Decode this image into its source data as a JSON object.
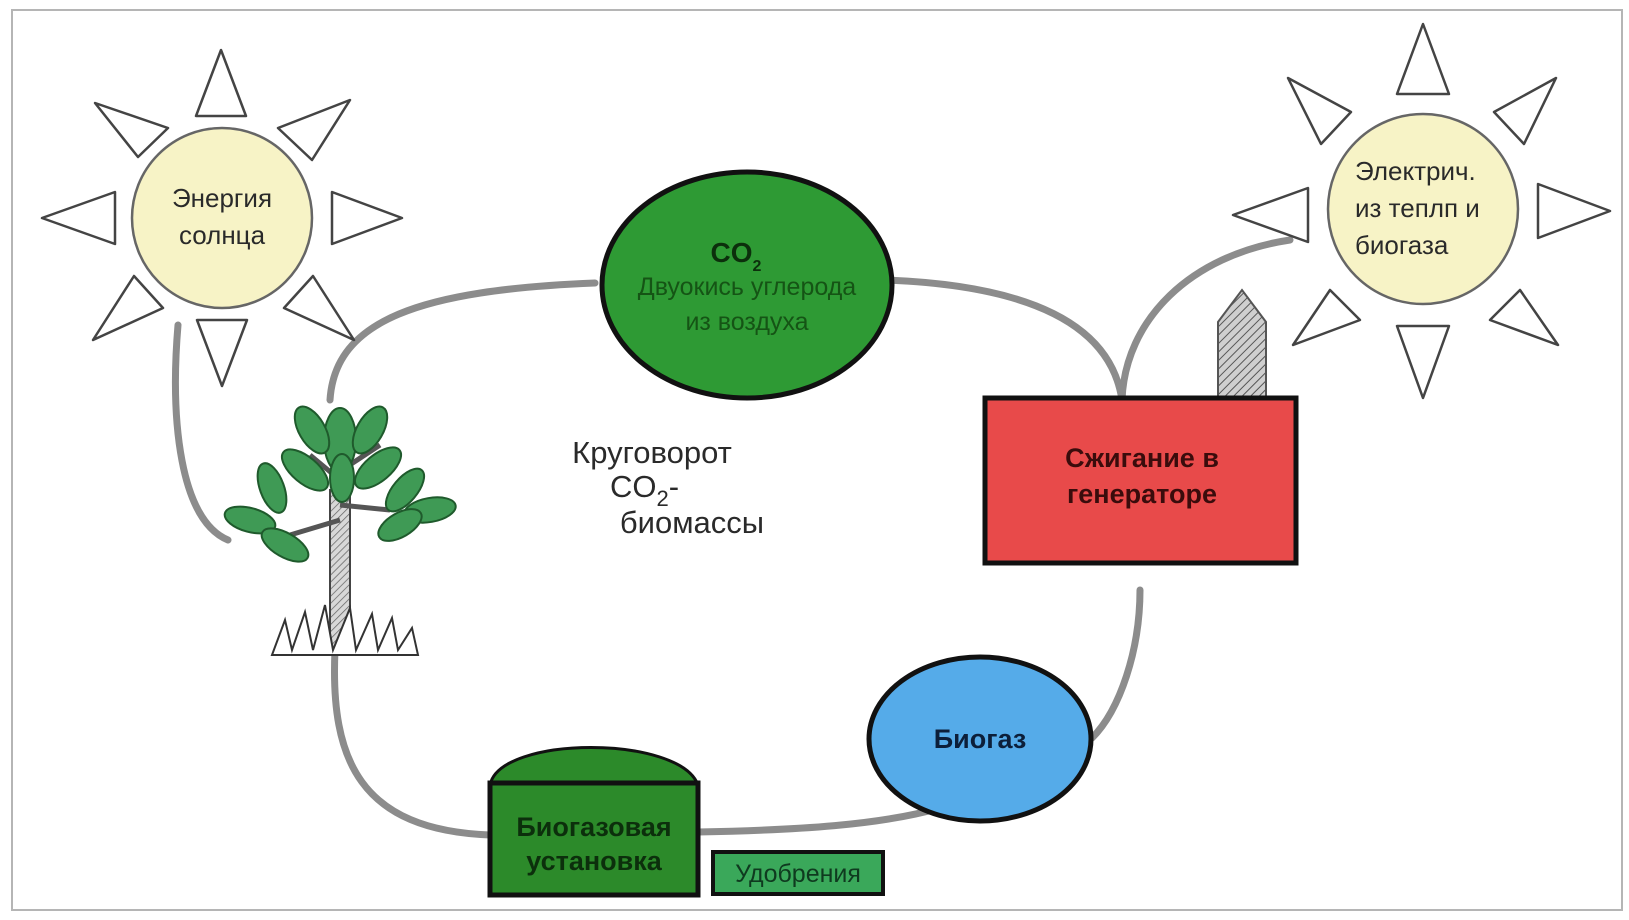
{
  "sun_left": {
    "line1": "Энергия",
    "line2": "солнца"
  },
  "sun_right": {
    "line1": "Электрич.",
    "line2": "из теплп и",
    "line3": "биогаза"
  },
  "co2_node": {
    "formula": "CO",
    "subscript": "2",
    "line1": "Двуокись углерода",
    "line2": "из воздуха"
  },
  "center": {
    "line1": "Круговорот",
    "line2_main": "CO",
    "line2_sub": "2",
    "line2_tail": "-",
    "line3": "биомассы"
  },
  "generator": {
    "line1": "Сжигание в",
    "line2": "генераторе"
  },
  "biogas": {
    "label": "Биогаз"
  },
  "biogas_plant": {
    "line1": "Биогазовая",
    "line2": "установка"
  },
  "fertilizer": {
    "label": "Удобрения"
  },
  "colors": {
    "sun_fill": "#f7f3c6",
    "co2_fill": "#2e9a34",
    "generator_fill": "#e84a4a",
    "biogas_fill": "#55abe9",
    "plant_fill": "#2c8a2a",
    "fertilizer_fill": "#3aa85a",
    "cycle_line": "#8c8c8c"
  }
}
